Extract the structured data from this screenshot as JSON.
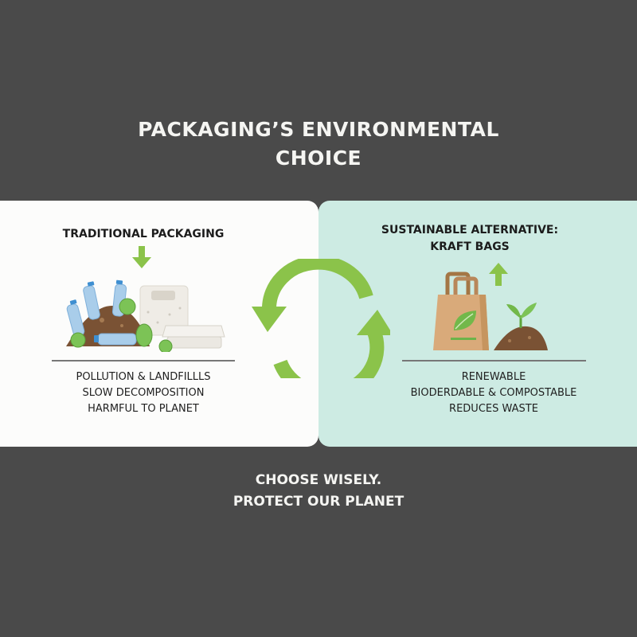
{
  "header": {
    "title_lines": [
      "PACKAGING’S ENVIRONMENTAL",
      "CHOICE"
    ]
  },
  "left_panel": {
    "heading_lines": [
      "TRADITIONAL PACKAGING"
    ],
    "arrow_icon": "down-arrow-icon",
    "illustration": "plastic-bottles-styrofoam-waste-pile",
    "points": [
      "POLLUTION & LANDFILLLS",
      "SLOW DECOMPOSITION",
      "HARMFUL TO PLANET"
    ]
  },
  "right_panel": {
    "heading_lines": [
      "SUSTAINABLE ALTERNATIVE:",
      "KRAFT BAGS"
    ],
    "arrow_icon": "up-arrow-icon",
    "illustration": "kraft-bag-with-sprout-soil",
    "points": [
      "RENEWABLE",
      "BIODERDABLE & COMPOSTABLE",
      "REDUCES WASTE"
    ]
  },
  "center": {
    "icon": "recycle-cycle-arrows-icon"
  },
  "footer": {
    "lines": [
      "CHOOSE WISELY.",
      "PROTECT OUR PLANET"
    ]
  },
  "colors": {
    "background": "#4a4a4a",
    "left_panel": "#fcfcfb",
    "right_panel": "#cdebe3",
    "accent_green": "#8bc34a",
    "text_light": "#f5f5f2",
    "text_dark": "#1c1c1c"
  }
}
